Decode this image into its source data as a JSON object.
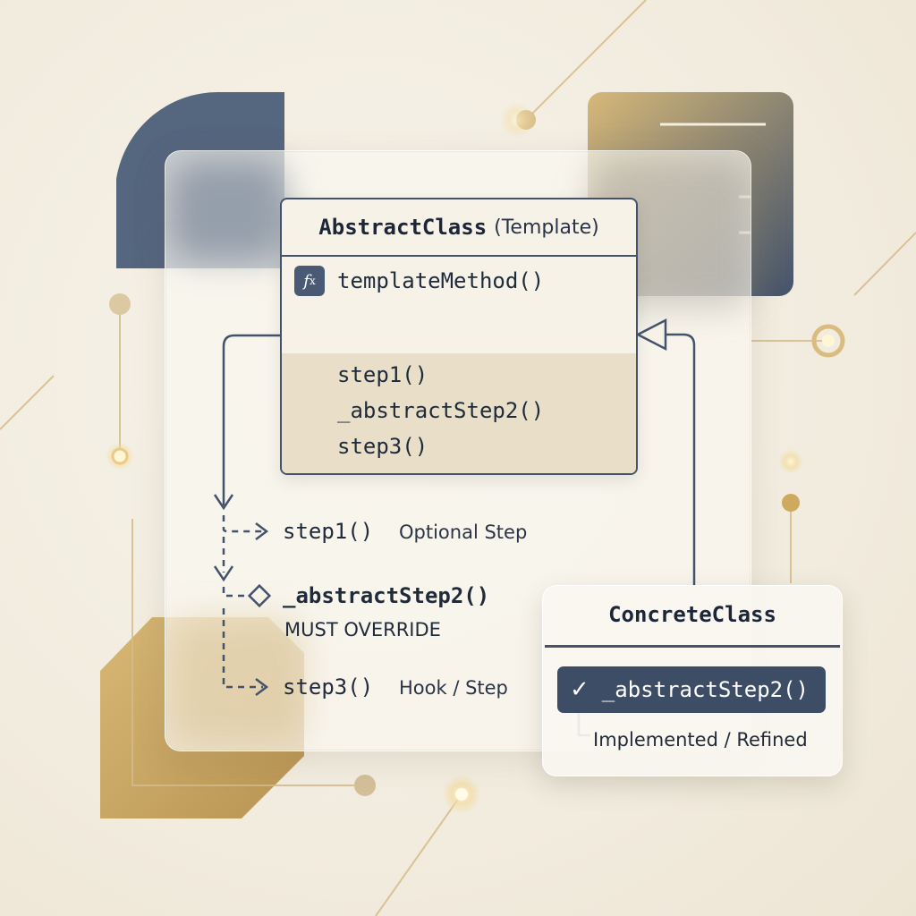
{
  "abstract_class": {
    "name": "AbstractClass",
    "stereotype": "(Template)",
    "template_method": "templateMethod()",
    "fx_icon": "fx-icon",
    "steps": [
      "step1()",
      "_abstractStep2()",
      "step3()"
    ]
  },
  "flow": {
    "step1": {
      "label": "step1()",
      "note": "Optional Step"
    },
    "step2": {
      "label": "_abstractStep2()",
      "note": "MUST OVERRIDE"
    },
    "step3": {
      "label": "step3()",
      "note": "Hook / Step"
    }
  },
  "concrete_class": {
    "name": "ConcreteClass",
    "implemented_method": "_abstractStep2()",
    "check_icon": "check-icon",
    "note": "Implemented / Refined"
  },
  "colors": {
    "navy": "#44536b",
    "gold": "#cfa95e",
    "background": "#f2ecdf"
  }
}
